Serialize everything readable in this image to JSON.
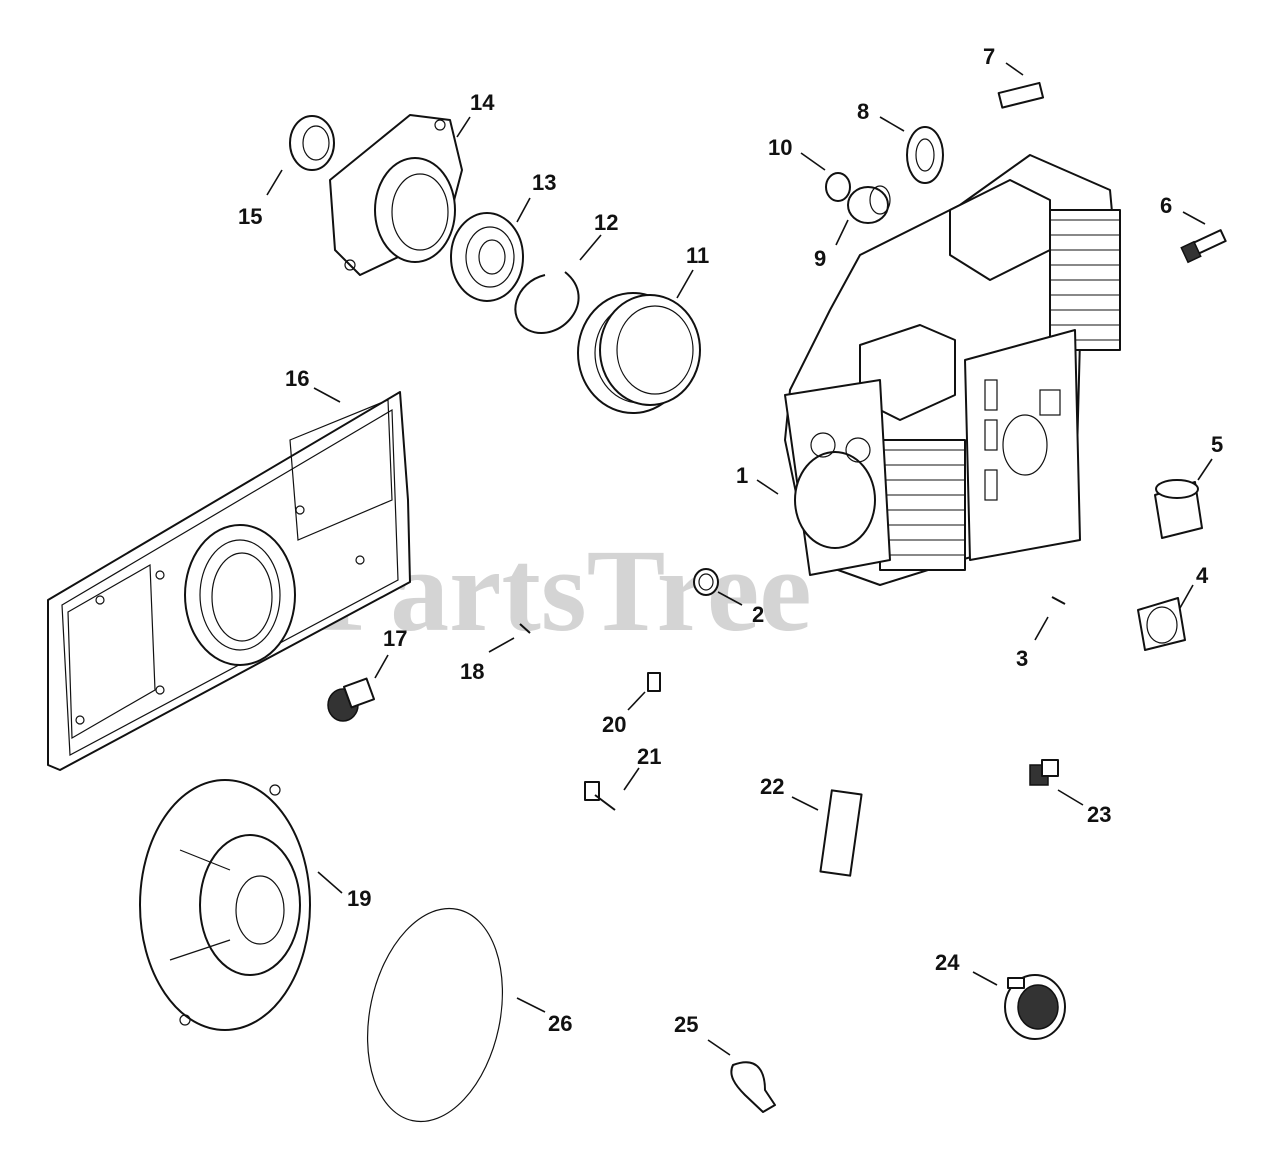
{
  "watermark": {
    "text": "PartsTree",
    "tm": "™"
  },
  "callouts": [
    {
      "id": "1",
      "label": "1"
    },
    {
      "id": "2",
      "label": "2"
    },
    {
      "id": "3",
      "label": "3"
    },
    {
      "id": "4",
      "label": "4"
    },
    {
      "id": "5",
      "label": "5"
    },
    {
      "id": "6",
      "label": "6"
    },
    {
      "id": "7",
      "label": "7"
    },
    {
      "id": "8",
      "label": "8"
    },
    {
      "id": "9",
      "label": "9"
    },
    {
      "id": "10",
      "label": "10"
    },
    {
      "id": "11",
      "label": "11"
    },
    {
      "id": "12",
      "label": "12"
    },
    {
      "id": "13",
      "label": "13"
    },
    {
      "id": "14",
      "label": "14"
    },
    {
      "id": "15",
      "label": "15"
    },
    {
      "id": "16",
      "label": "16"
    },
    {
      "id": "17",
      "label": "17"
    },
    {
      "id": "18",
      "label": "18"
    },
    {
      "id": "19",
      "label": "19"
    },
    {
      "id": "20",
      "label": "20"
    },
    {
      "id": "21",
      "label": "21"
    },
    {
      "id": "22",
      "label": "22"
    },
    {
      "id": "23",
      "label": "23"
    },
    {
      "id": "24",
      "label": "24"
    },
    {
      "id": "25",
      "label": "25"
    },
    {
      "id": "26",
      "label": "26"
    }
  ]
}
